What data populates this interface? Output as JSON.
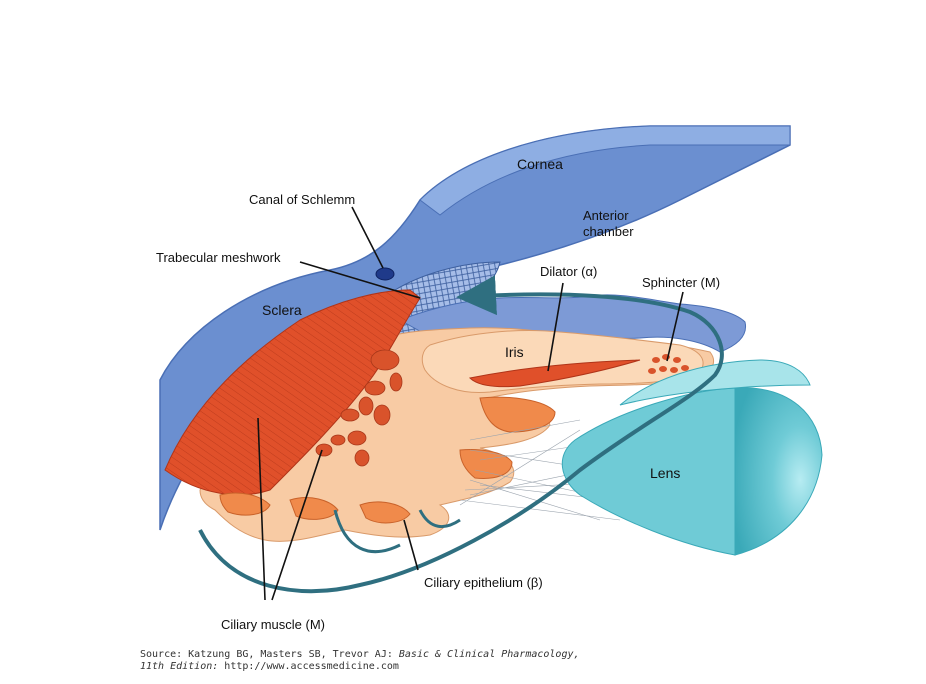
{
  "labels": {
    "cornea": "Cornea",
    "canal_of_schlemm": "Canal of Schlemm",
    "anterior": "Anterior",
    "chamber": "chamber",
    "trabecular_meshwork": "Trabecular meshwork",
    "dilator": "Dilator (α)",
    "sphincter": "Sphincter (M)",
    "sclera": "Sclera",
    "iris": "Iris",
    "lens": "Lens",
    "ciliary_epithelium": "Ciliary epithelium (β)",
    "ciliary_muscle": "Ciliary muscle (M)"
  },
  "source": {
    "prefix": "Source: Katzung BG, Masters SB, Trevor AJ: ",
    "title": "Basic & Clinical Pharmacology,",
    "edition": "11th Edition:",
    "url": " http://www.accessmedicine.com"
  },
  "colors": {
    "cornea": "#6b8fd0",
    "cornea_dark": "#4a6fb5",
    "muscle": "#e0502a",
    "iris_tissue": "#f8cba4",
    "flow_arrow": "#2f6f80",
    "lens": "#7fd3dc"
  }
}
